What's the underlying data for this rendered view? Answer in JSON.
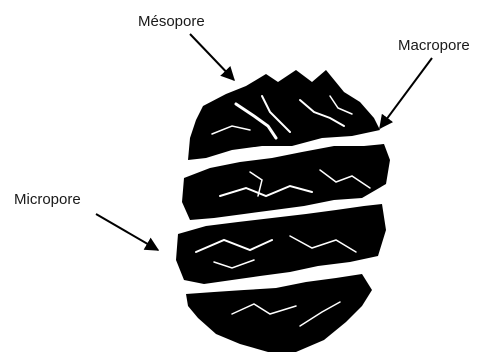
{
  "labels": {
    "mesopore": "Mésopore",
    "macropore": "Macropore",
    "micropore": "Micropore"
  },
  "colors": {
    "particle": "#000000",
    "pores": "#ffffff",
    "text": "#1a1a1a"
  }
}
